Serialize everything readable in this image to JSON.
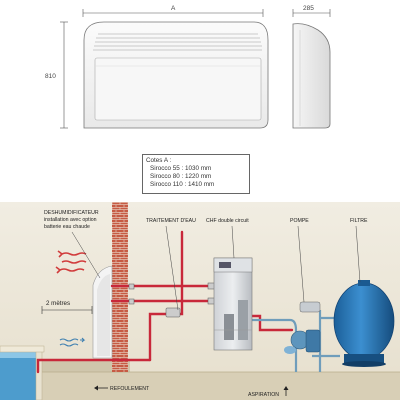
{
  "dimensions": {
    "width_label": "A",
    "depth_label": "285",
    "height_label": "810"
  },
  "cotes": {
    "title": "Cotes A :",
    "lines": [
      "Sirocco 55 : 1030 mm",
      "Sirocco 80 : 1220 mm",
      "Sirocco 110 : 1410 mm"
    ]
  },
  "labels": {
    "dehumidifier_line1": "DESHUMIDIFICATEUR",
    "dehumidifier_line2": "installation avec option",
    "dehumidifier_line3": "batterie eau chaude",
    "water_treatment": "TRAITEMENT D'EAU",
    "boiler": "CHF double circuit",
    "pump": "POMPE",
    "filter": "FILTRE",
    "distance": "2 mètres",
    "return": "REFOULEMENT",
    "suction": "ASPIRATION"
  },
  "colors": {
    "wall": "#c25a45",
    "hot_pipe": "#c8283a",
    "cold_pipe": "#5b8fb0",
    "filter": "#1e6aa8",
    "water": "#6aaed6",
    "ground": "#cfc4a8",
    "air_arrows": "#d13c3c"
  },
  "icons": [
    "warm-air-arrows-icon",
    "cold-air-arrows-icon",
    "return-arrow-icon",
    "suction-arrow-icon"
  ]
}
